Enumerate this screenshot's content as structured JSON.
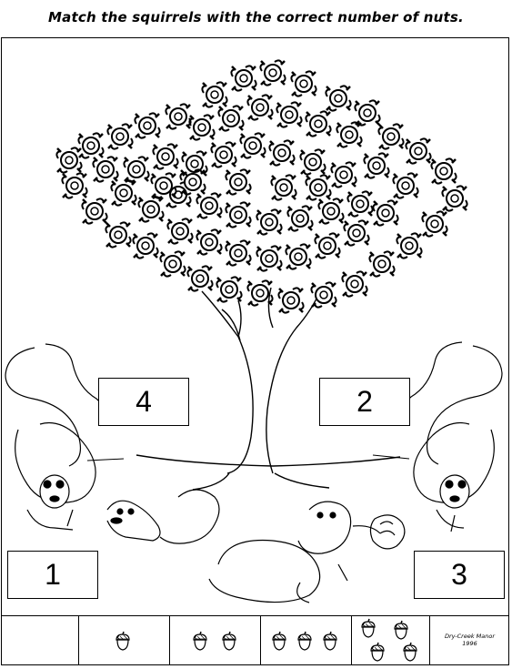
{
  "worksheet": {
    "title": "Match the squirrels with the correct number of nuts.",
    "boxes": {
      "top_left": "4",
      "top_right": "2",
      "bottom_left": "1",
      "bottom_right": "3"
    },
    "nut_groups": [
      0,
      1,
      2,
      3,
      4
    ],
    "credit": {
      "line1": "Dry-Creek Manor",
      "line2": "1996"
    }
  },
  "icons": {
    "tree": "oak-tree-illustration",
    "squirrel": "squirrel-illustration",
    "nut": "acorn-icon"
  }
}
